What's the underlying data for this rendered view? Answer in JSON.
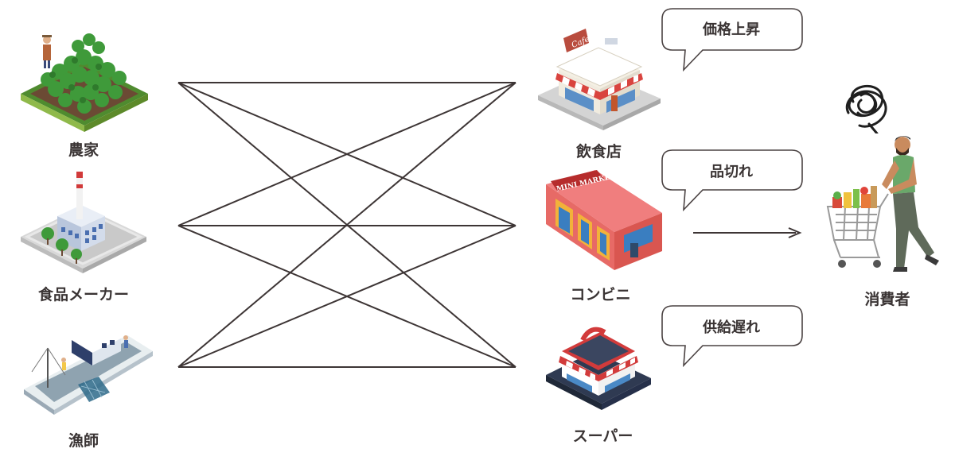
{
  "producers": [
    {
      "id": "farmer",
      "label": "農家",
      "icon": "farm-icon"
    },
    {
      "id": "maker",
      "label": "食品メーカー",
      "icon": "factory-icon"
    },
    {
      "id": "fisher",
      "label": "漁師",
      "icon": "fishing-boat-icon"
    }
  ],
  "retailers": [
    {
      "id": "restaurant",
      "label": "飲食店",
      "icon": "cafe-icon",
      "sign": "Cafe"
    },
    {
      "id": "convenience",
      "label": "コンビニ",
      "icon": "mini-market-icon",
      "sign": "MINI MARKET"
    },
    {
      "id": "supermarket",
      "label": "スーパー",
      "icon": "supermarket-icon"
    }
  ],
  "bubbles": [
    "価格上昇",
    "品切れ",
    "供給遅れ"
  ],
  "consumer": {
    "label": "消費者",
    "icon": "shopper-icon"
  },
  "colors": {
    "line": "#3d3535",
    "text": "#3a3434"
  }
}
